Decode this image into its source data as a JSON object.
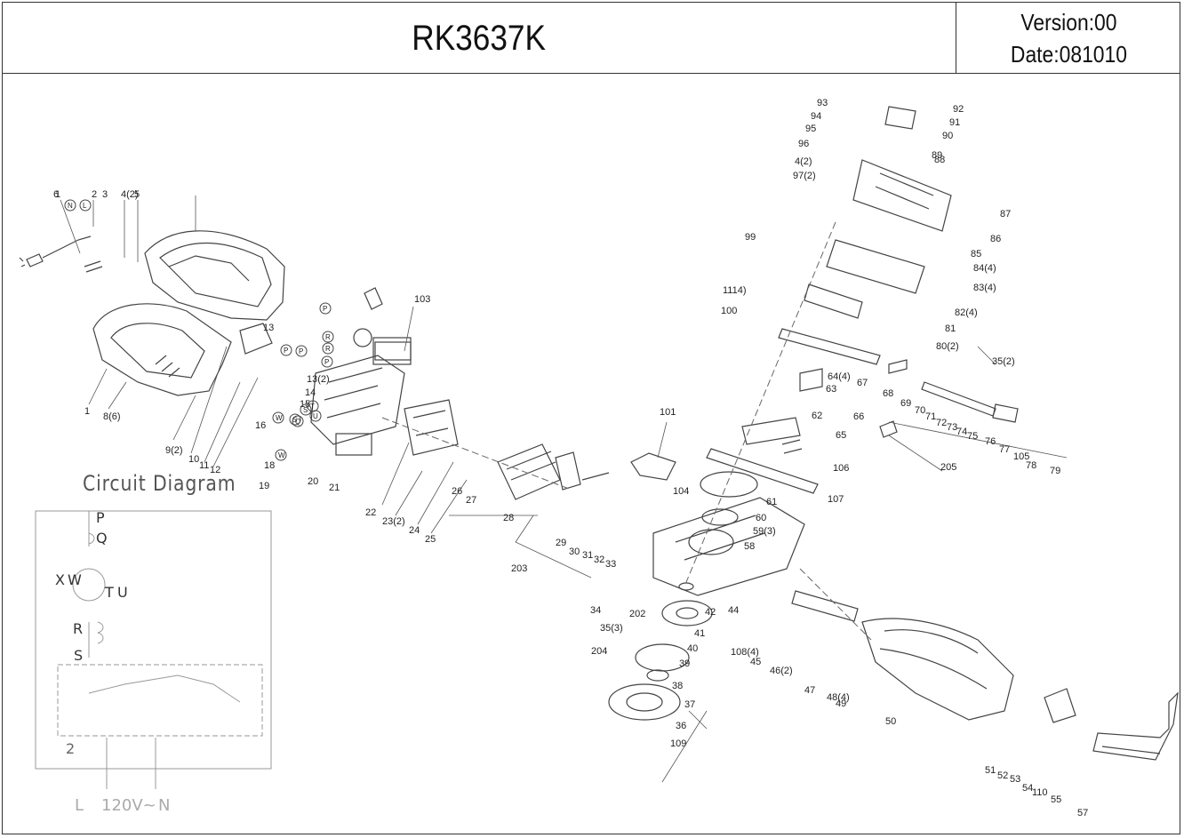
{
  "header": {
    "model": "RK3637K",
    "version": "Version:00",
    "date": "Date:081010"
  },
  "circuit": {
    "title": "Circuit Diagram",
    "terminal_labels": [
      "P",
      "Q",
      "X",
      "W",
      "T",
      "U",
      "R",
      "S",
      "2",
      "L",
      "120V~",
      "N"
    ]
  },
  "callouts": [
    "1",
    "2",
    "3",
    "4(2)",
    "5",
    "6",
    "1",
    "8(6)",
    "9(2)",
    "10",
    "11",
    "12",
    "13",
    "13(2)",
    "14",
    "15",
    "16",
    "18",
    "19",
    "20",
    "21",
    "22",
    "23(2)",
    "24",
    "25",
    "26",
    "27",
    "28",
    "29",
    "30",
    "31",
    "32",
    "33",
    "34",
    "35(3)",
    "36",
    "37",
    "38",
    "39",
    "40",
    "41",
    "42",
    "44",
    "45",
    "46(2)",
    "47",
    "48(4)",
    "49",
    "50",
    "51",
    "52",
    "53",
    "54",
    "55",
    "57",
    "58",
    "59(3)",
    "60",
    "61",
    "62",
    "63",
    "64(4)",
    "65",
    "66",
    "67",
    "68",
    "69",
    "70",
    "71",
    "72",
    "73",
    "74",
    "75",
    "76",
    "77",
    "78",
    "79",
    "80(2)",
    "81",
    "82(4)",
    "83(4)",
    "84(4)",
    "85",
    "86",
    "87",
    "88",
    "89",
    "90",
    "91",
    "92",
    "93",
    "94",
    "95",
    "96",
    "4(2)",
    "97(2)",
    "99",
    "100",
    "101",
    "103",
    "104",
    "105",
    "106",
    "107",
    "108(4)",
    "109",
    "110",
    "1114)",
    "202",
    "203",
    "204",
    "205",
    "35(2)"
  ],
  "circle_marks": [
    "N",
    "L",
    "P",
    "R",
    "R",
    "P",
    "P",
    "Q",
    "W",
    "T",
    "U",
    "S",
    "S",
    "W",
    "P"
  ]
}
